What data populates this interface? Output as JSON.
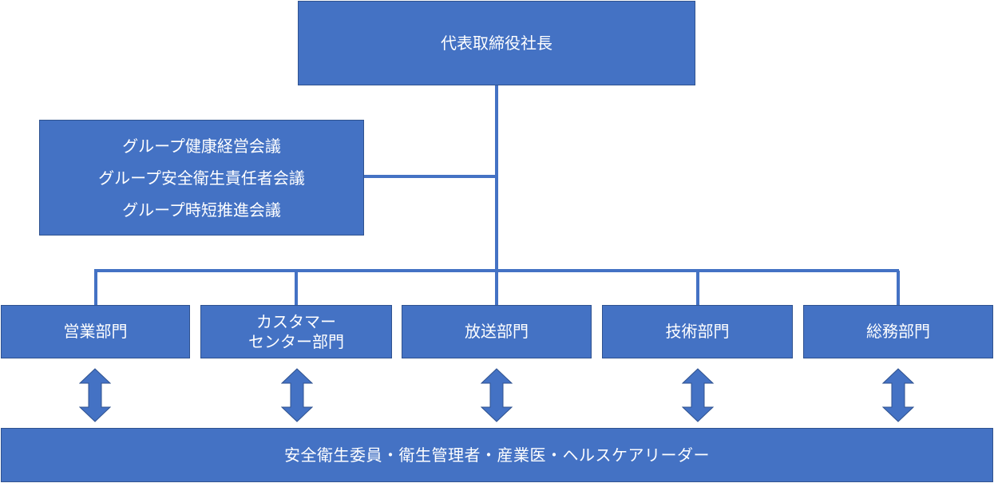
{
  "diagram": {
    "ceo": "代表取締役社長",
    "committees": [
      "グループ健康経営会議",
      "グループ安全衛生責任者会議",
      "グループ時短推進会議"
    ],
    "departments": [
      {
        "line1": "営業部門",
        "line2": ""
      },
      {
        "line1": "カスタマー",
        "line2": "センター部門"
      },
      {
        "line1": "放送部門",
        "line2": ""
      },
      {
        "line1": "技術部門",
        "line2": ""
      },
      {
        "line1": "総務部門",
        "line2": ""
      }
    ],
    "bottom": "安全衛生委員・衛生管理者・産業医・ヘルスケアリーダー"
  },
  "colors": {
    "box_fill": "#4472C4",
    "box_border": "#2F528F",
    "text": "#FFFFFF",
    "connector": "#4472C4"
  }
}
